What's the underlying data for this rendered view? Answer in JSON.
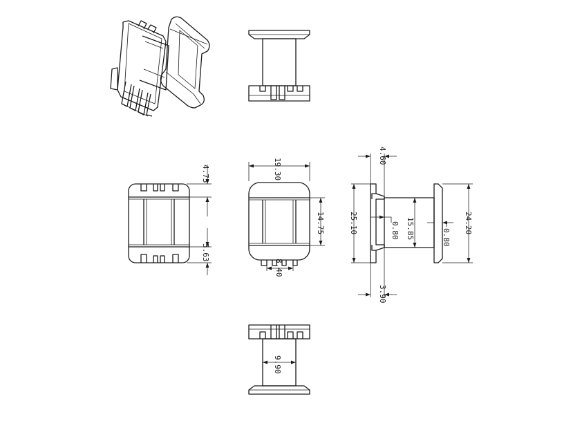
{
  "colors": {
    "line": "#1a1a1a",
    "background": "#ffffff"
  },
  "dimensions": {
    "d_4_73": "4.73",
    "d_5_63": "5.63",
    "d_19_30": "19.30",
    "d_14_75": "14.75",
    "d_8_40": "8.40",
    "d_4_60": "4.60",
    "d_25_10": "25.10",
    "d_0_80_left": "0.80",
    "d_15_85": "15.85",
    "d_0_80_right": "0.80",
    "d_24_20": "24.20",
    "d_3_90": "3.90",
    "d_9_90": "9.90"
  }
}
